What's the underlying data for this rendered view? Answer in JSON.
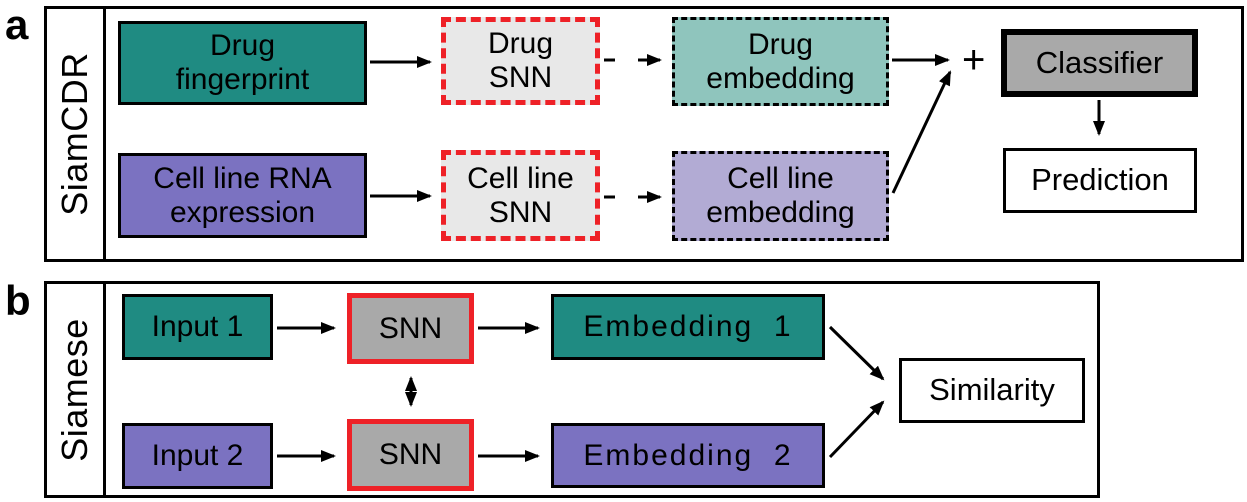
{
  "colors": {
    "teal": "#1f8b82",
    "purple": "#7b72c1",
    "light_teal": "#8fc5bd",
    "light_purple": "#b2abd4",
    "gray": "#a9a9a9",
    "light_gray": "#e8e8e8",
    "red": "#ee2127",
    "white": "#ffffff",
    "black": "#000000"
  },
  "panel_a": {
    "corner_label": "a",
    "side_label": "SiamCDR",
    "drug_fingerprint": "Drug\nfingerprint",
    "cell_line_input": "Cell line RNA\nexpression",
    "drug_snn": "Drug\nSNN",
    "cell_line_snn": "Cell line\nSNN",
    "drug_embedding": "Drug\nembedding",
    "cell_line_embedding": "Cell line\nembedding",
    "plus_sign": "+",
    "classifier": "Classifier",
    "prediction": "Prediction"
  },
  "panel_b": {
    "corner_label": "b",
    "side_label": "Siamese",
    "input1": "Input 1",
    "input2": "Input 2",
    "snn1": "SNN",
    "snn2": "SNN",
    "embedding1": "Embedding  1",
    "embedding2": "Embedding  2",
    "similarity": "Similarity"
  }
}
